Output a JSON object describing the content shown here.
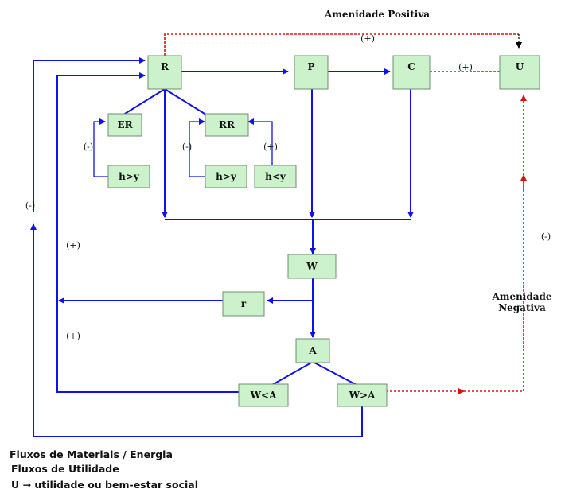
{
  "nodes": {
    "R": "R",
    "P": "P",
    "C": "C",
    "U": "U",
    "ER": "ER",
    "RR": "RR",
    "h_gt_y_1": "h>y",
    "h_gt_y_2": "h>y",
    "h_lt_y": "h<y",
    "W": "W",
    "r": "r",
    "A": "A",
    "W_lt_A": "W<A",
    "W_gt_A": "W>A"
  },
  "labels": {
    "amenidade_positiva": "Amenidade Positiva",
    "amenidade_negativa_1": "Amenidade",
    "amenidade_negativa_2": "Negativa",
    "plus_top": "(+)",
    "plus_cu": "(+)",
    "minus_er": "(-)",
    "minus_rr": "(-)",
    "plus_rr": "(+)",
    "minus_left": "(-)",
    "plus_left_1": "(+)",
    "plus_left_2": "(+)",
    "minus_right": "(-)"
  },
  "legend": {
    "line1": "Fluxos de Materiais / Energia",
    "line2": "Fluxos de Utilidade",
    "line3": "U → utilidade ou bem-estar social"
  },
  "colors": {
    "material_flow": "#1010e8",
    "utility_flow": "#e01010",
    "box_fill": "#ccf2cc"
  }
}
